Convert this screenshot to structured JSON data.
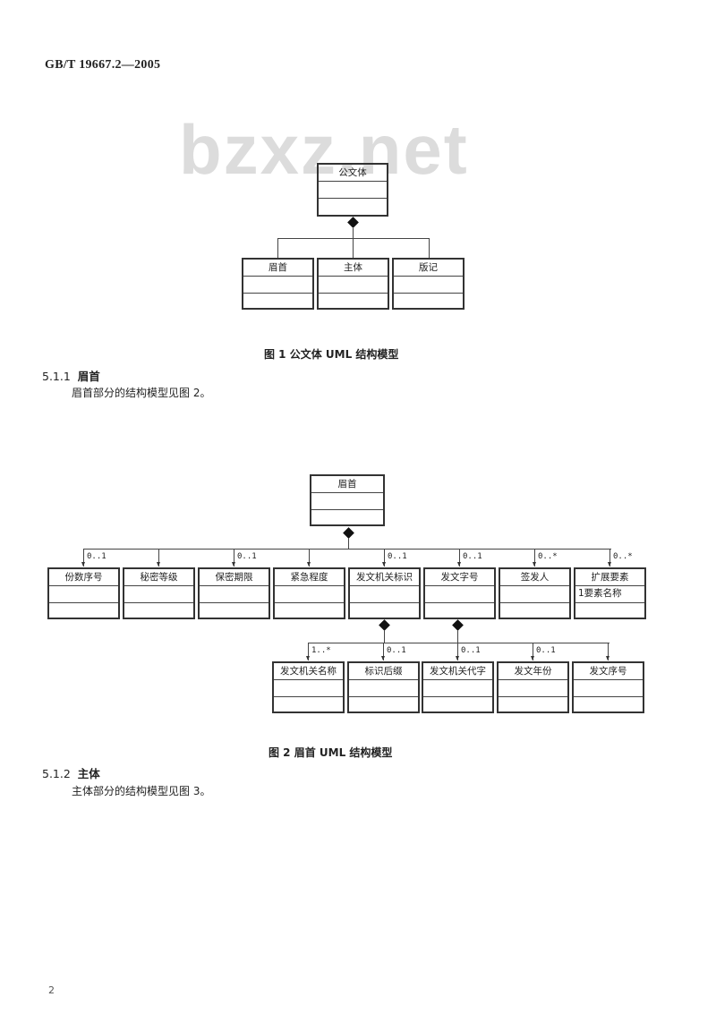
{
  "header": {
    "standard": "GB/T 19667.2—2005"
  },
  "watermark": "bzxz.net",
  "figure1": {
    "root": {
      "name": "公文体"
    },
    "children": [
      {
        "name": "眉首"
      },
      {
        "name": "主体"
      },
      {
        "name": "版记"
      }
    ],
    "caption": "图 1   公文体 UML 结构模型"
  },
  "section_511": {
    "number": "5.1.1",
    "title": "眉首",
    "text": "眉首部分的结构模型见图 2。"
  },
  "figure2": {
    "root": {
      "name": "眉首"
    },
    "children": [
      {
        "name": "份数序号",
        "mult": "0..1",
        "attr": ""
      },
      {
        "name": "秘密等级",
        "mult": "",
        "attr": ""
      },
      {
        "name": "保密期限",
        "mult": "0..1",
        "attr": ""
      },
      {
        "name": "紧急程度",
        "mult": "",
        "attr": ""
      },
      {
        "name": "发文机关标识",
        "mult": "0..1",
        "attr": ""
      },
      {
        "name": "发文字号",
        "mult": "0..1",
        "attr": ""
      },
      {
        "name": "签发人",
        "mult": "0..*",
        "attr": ""
      },
      {
        "name": "扩展要素",
        "mult": "0..*",
        "attr": "1要素名称"
      }
    ],
    "grandchildren": [
      {
        "name": "发文机关名称",
        "mult": "1..*"
      },
      {
        "name": "标识后缀",
        "mult": "0..1"
      },
      {
        "name": "发文机关代字",
        "mult": "0..1"
      },
      {
        "name": "发文年份",
        "mult": "0..1"
      },
      {
        "name": "发文序号",
        "mult": ""
      }
    ],
    "caption": "图 2   眉首 UML 结构模型"
  },
  "section_512": {
    "number": "5.1.2",
    "title": "主体",
    "text": "主体部分的结构模型见图 3。"
  },
  "page_number": "2"
}
